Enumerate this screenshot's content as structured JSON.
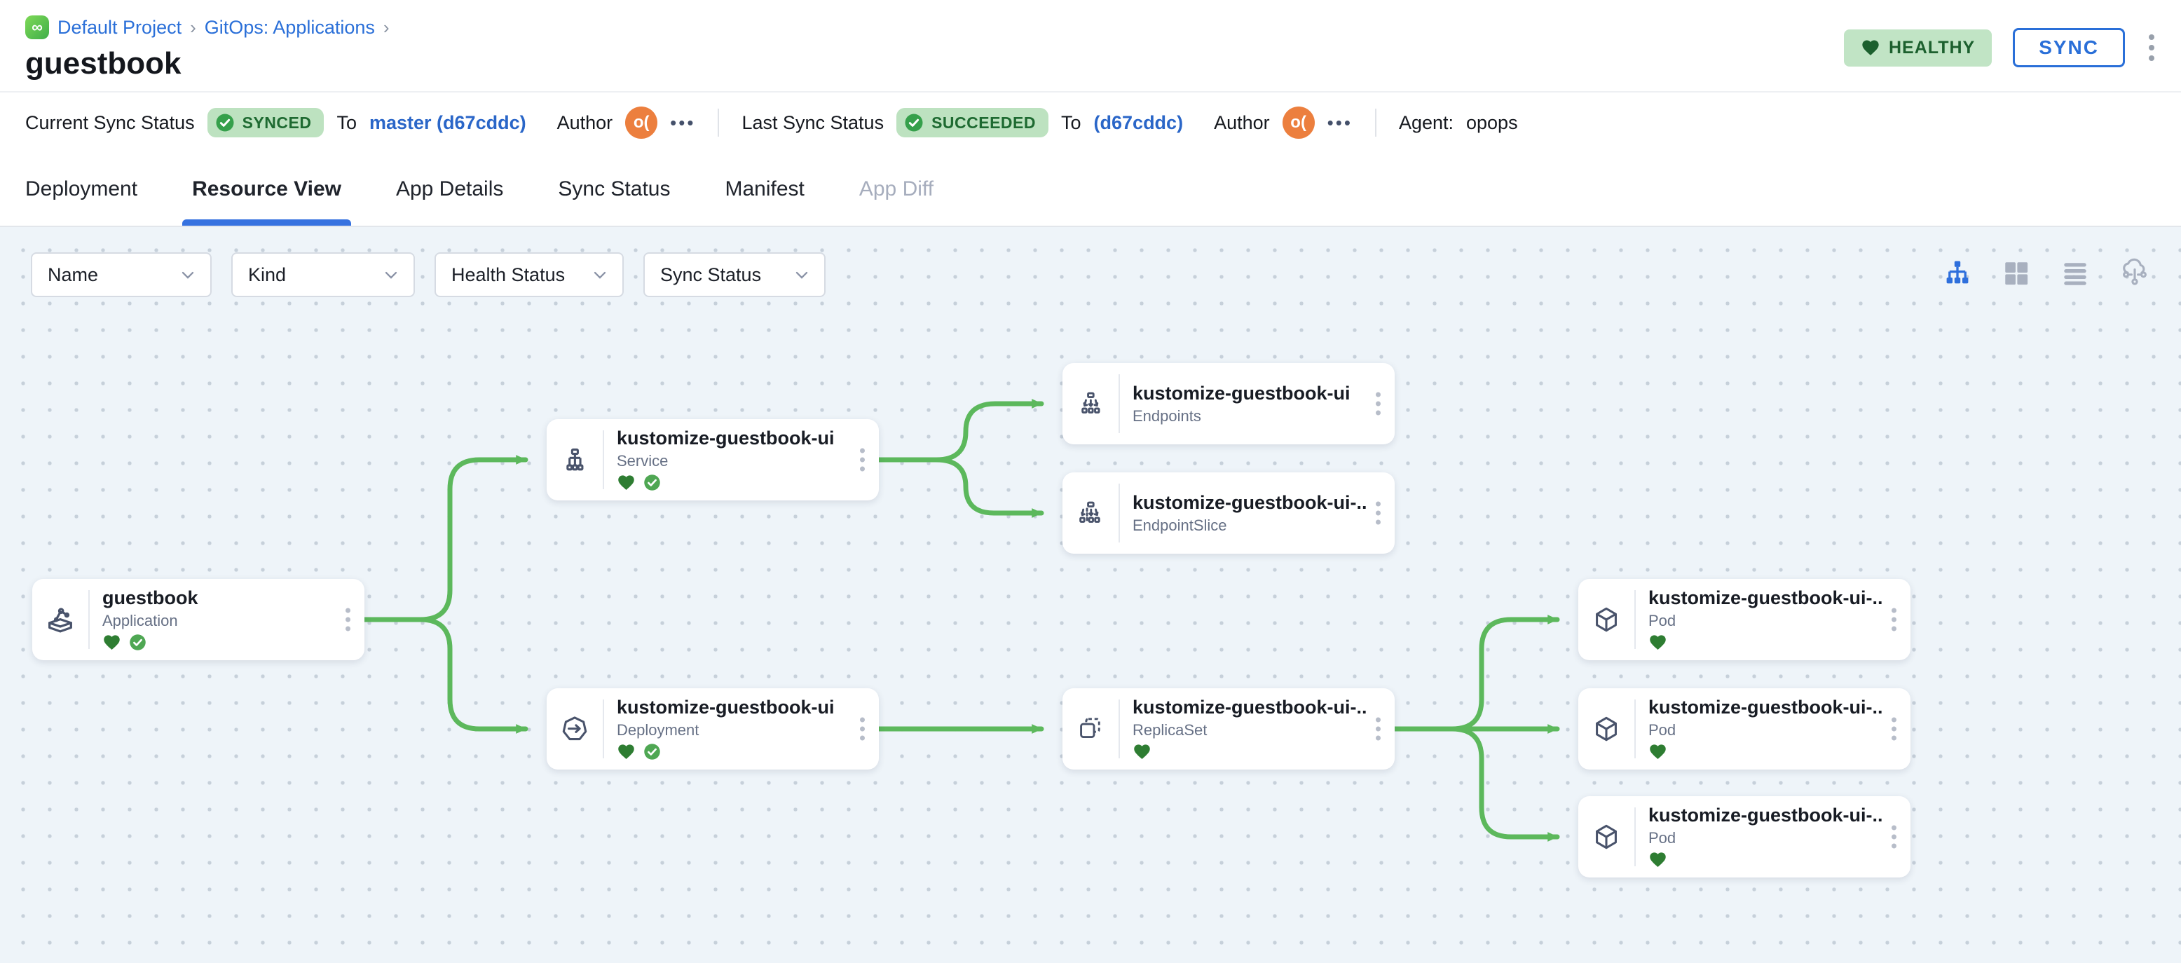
{
  "breadcrumb": {
    "logo_glyph": "∞",
    "project": "Default Project",
    "separator": "›",
    "section": "GitOps: Applications"
  },
  "header": {
    "title": "guestbook",
    "health_badge": "HEALTHY",
    "sync_button": "SYNC"
  },
  "status_bar": {
    "current": {
      "label": "Current Sync Status",
      "badge": "SYNCED",
      "to_label": "To",
      "target": "master (d67cddc)",
      "author_label": "Author",
      "avatar_initials": "o(",
      "more": "•••"
    },
    "last": {
      "label": "Last Sync Status",
      "badge": "SUCCEEDED",
      "to_label": "To",
      "target": "(d67cddc)",
      "author_label": "Author",
      "avatar_initials": "o(",
      "more": "•••"
    },
    "agent": {
      "label": "Agent:",
      "value": "opops"
    }
  },
  "tabs": [
    {
      "label": "Deployment",
      "state": "normal"
    },
    {
      "label": "Resource View",
      "state": "active"
    },
    {
      "label": "App Details",
      "state": "normal"
    },
    {
      "label": "Sync Status",
      "state": "normal"
    },
    {
      "label": "Manifest",
      "state": "normal"
    },
    {
      "label": "App Diff",
      "state": "disabled"
    }
  ],
  "filters": [
    {
      "label": "Name"
    },
    {
      "label": "Kind"
    },
    {
      "label": "Health Status"
    },
    {
      "label": "Sync Status"
    }
  ],
  "view_toggles": [
    "tree-view",
    "grid-view",
    "list-view",
    "cluster-view"
  ],
  "nodes": [
    {
      "title": "guestbook",
      "kind": "Application",
      "healthy": true,
      "synced": true
    },
    {
      "title": "kustomize-guestbook-ui",
      "kind": "Service",
      "healthy": true,
      "synced": true
    },
    {
      "title": "kustomize-guestbook-ui",
      "kind": "Endpoints",
      "healthy": false,
      "synced": false
    },
    {
      "title": "kustomize-guestbook-ui-...",
      "kind": "EndpointSlice",
      "healthy": false,
      "synced": false
    },
    {
      "title": "kustomize-guestbook-ui",
      "kind": "Deployment",
      "healthy": true,
      "synced": true
    },
    {
      "title": "kustomize-guestbook-ui-...",
      "kind": "ReplicaSet",
      "healthy": true,
      "synced": false
    },
    {
      "title": "kustomize-guestbook-ui-...",
      "kind": "Pod",
      "healthy": true,
      "synced": false
    },
    {
      "title": "kustomize-guestbook-ui-...",
      "kind": "Pod",
      "healthy": true,
      "synced": false
    },
    {
      "title": "kustomize-guestbook-ui-...",
      "kind": "Pod",
      "healthy": true,
      "synced": false
    }
  ],
  "edges": [
    "guestbook→service",
    "guestbook→deployment",
    "service→endpoints",
    "service→endpointslice",
    "deployment→replicaset",
    "replicaset→pod1",
    "replicaset→pod2",
    "replicaset→pod3"
  ],
  "colors": {
    "accent_blue": "#2a6fd8",
    "edge_green": "#5cb85c",
    "healthy_bg": "#c1e4c5",
    "healthy_text": "#1c602e",
    "badge_bg": "#bde2c0",
    "heart_green": "#2e7d32",
    "check_green": "#4fa753",
    "avatar_orange": "#ec7f3e",
    "canvas_bg": "#eef4f9"
  }
}
